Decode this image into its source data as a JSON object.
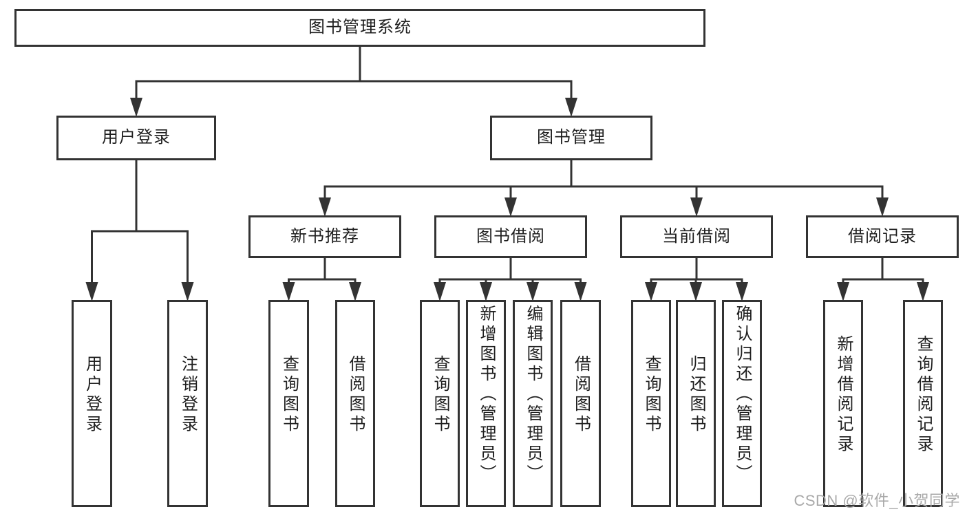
{
  "diagram": {
    "tree": {
      "id": "root",
      "label": "图书管理系统",
      "children": [
        {
          "id": "login",
          "label": "用户登录",
          "children": [
            {
              "id": "login-user",
              "label": "用户登录",
              "vertical": true
            },
            {
              "id": "login-out",
              "label": "注销登录",
              "vertical": true
            }
          ]
        },
        {
          "id": "mgmt",
          "label": "图书管理",
          "children": [
            {
              "id": "newbook",
              "label": "新书推荐",
              "children": [
                {
                  "id": "nb-query",
                  "label": "查询图书",
                  "vertical": true
                },
                {
                  "id": "nb-borrow",
                  "label": "借阅图书",
                  "vertical": true
                }
              ]
            },
            {
              "id": "borrow",
              "label": "图书借阅",
              "children": [
                {
                  "id": "bw-query",
                  "label": "查询图书",
                  "vertical": true
                },
                {
                  "id": "bw-add",
                  "label": "新增图书（管理员）",
                  "vertical": true
                },
                {
                  "id": "bw-edit",
                  "label": "编辑图书（管理员）",
                  "vertical": true
                },
                {
                  "id": "bw-borrow",
                  "label": "借阅图书",
                  "vertical": true
                }
              ]
            },
            {
              "id": "current",
              "label": "当前借阅",
              "children": [
                {
                  "id": "cur-query",
                  "label": "查询图书",
                  "vertical": true
                },
                {
                  "id": "cur-return",
                  "label": "归还图书",
                  "vertical": true
                },
                {
                  "id": "cur-confirm",
                  "label": "确认归还（管理员）",
                  "vertical": true
                }
              ]
            },
            {
              "id": "records",
              "label": "借阅记录",
              "children": [
                {
                  "id": "rec-add",
                  "label": "新增借阅记录",
                  "vertical": true
                },
                {
                  "id": "rec-query",
                  "label": "查询借阅记录",
                  "vertical": true
                }
              ]
            }
          ]
        }
      ]
    }
  },
  "watermark": {
    "text": "CSDN @软件_小贺同学"
  },
  "colors": {
    "line": "#333333",
    "text": "#1f1f1f",
    "watermark": "#a9a9a9",
    "background": "#ffffff"
  }
}
